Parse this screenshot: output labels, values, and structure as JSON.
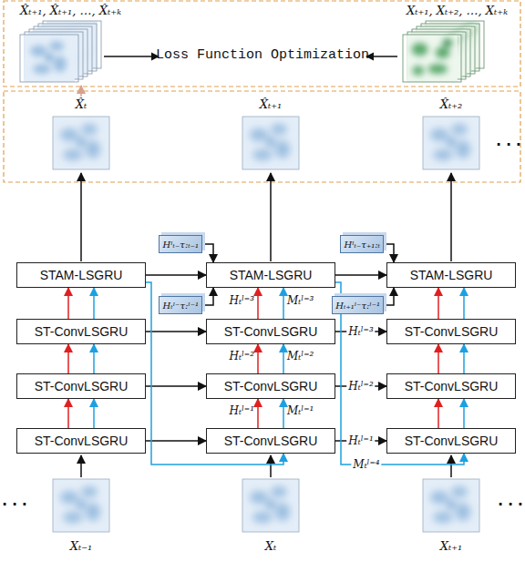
{
  "diagram": {
    "nodes": [
      {
        "text": [
          "STAM-LSGRU"
        ]
      },
      {
        "text": [
          "Hˡₜ₋τ:ₜ₋₁"
        ]
      },
      {
        "text": [
          "STAM-LSGRU"
        ]
      },
      {
        "text": [
          "Hˡₜ₋τ₊₁:ₜ"
        ]
      },
      {
        "text": [
          "STAM-LSGRU"
        ]
      },
      {
        "text": [
          "Hₜˡ⁻τ:ˡ⁻¹"
        ]
      },
      {
        "text": [
          "Hₜ₊₁ˡ⁻τ:ˡ⁻¹"
        ]
      },
      {
        "text": [
          "ST-ConvLSGRU"
        ]
      },
      {
        "text": [
          "ST-ConvLSGRU"
        ]
      },
      {
        "text": [
          "ST-ConvLSGRU"
        ]
      },
      {
        "text": [
          "ST-ConvLSGRU"
        ]
      },
      {
        "text": [
          "ST-ConvLSGRU"
        ]
      },
      {
        "text": [
          "ST-ConvLSGRU"
        ]
      },
      {
        "text": [
          "ST-ConvLSGRU"
        ]
      },
      {
        "text": [
          "ST-ConvLSGRU"
        ]
      },
      {
        "text": [
          "ST-ConvLSGRU"
        ]
      }
    ],
    "edges": [
      {
        "from": 0,
        "to": 2,
        "arrow": "to"
      },
      {
        "from": 2,
        "to": 4,
        "arrow": "to"
      },
      {
        "from": 1,
        "to": 2,
        "arrow": "to"
      },
      {
        "from": 5,
        "to": 2,
        "arrow": "to"
      },
      {
        "from": 3,
        "to": 4,
        "arrow": "to"
      },
      {
        "from": 6,
        "to": 4,
        "arrow": "to"
      },
      {
        "from": 13,
        "to": 10,
        "arrow": "to"
      },
      {
        "from": 13,
        "to": 10,
        "arrow": "to"
      },
      {
        "from": 10,
        "to": 7,
        "arrow": "to"
      },
      {
        "from": 10,
        "to": 7,
        "arrow": "to"
      },
      {
        "from": 7,
        "to": 0,
        "arrow": "to"
      },
      {
        "from": 7,
        "to": 0,
        "arrow": "to"
      },
      {
        "from": 14,
        "to": 11,
        "arrow": "to"
      },
      {
        "from": 14,
        "to": 11,
        "arrow": "to"
      },
      {
        "from": 11,
        "to": 8,
        "arrow": "to"
      },
      {
        "from": 11,
        "to": 8,
        "arrow": "to"
      },
      {
        "from": 8,
        "to": 2,
        "arrow": "to"
      },
      {
        "from": 8,
        "to": 2,
        "arrow": "to"
      },
      {
        "from": 15,
        "to": 12,
        "arrow": "to"
      },
      {
        "from": 15,
        "to": 12,
        "arrow": "to"
      },
      {
        "from": 12,
        "to": 9,
        "arrow": "to"
      },
      {
        "from": 12,
        "to": 9,
        "arrow": "to"
      },
      {
        "from": 9,
        "to": 4,
        "arrow": "to"
      },
      {
        "from": 9,
        "to": 4,
        "arrow": "to"
      },
      {
        "from": 7,
        "to": 8,
        "arrow": "to"
      },
      {
        "from": 8,
        "to": 9,
        "arrow": "to",
        "label": "Hₜˡ⁼³"
      },
      {
        "from": 10,
        "to": 11,
        "arrow": "to"
      },
      {
        "from": 11,
        "to": 12,
        "arrow": "to",
        "label": "Hₜˡ⁼²"
      },
      {
        "from": 13,
        "to": 14,
        "arrow": "to"
      },
      {
        "from": 14,
        "to": 15,
        "arrow": "to",
        "label": "Hₜˡ⁼¹"
      },
      {
        "from": 0,
        "to": 14,
        "arrow": "to"
      },
      {
        "from": 2,
        "to": 15,
        "arrow": "to",
        "label": "Mₜˡ⁼⁴"
      }
    ],
    "labels": [
      "X̂ₜ₊₁, X̂ₜ₊₁, …, X̂ₜ₊ₖ",
      "Loss Function Optimization",
      "Xₜ₊₁, Xₜ₊₂, …, Xₜ₊ₖ",
      "X̂ₜ",
      "X̂ₜ₊₁",
      "X̂ₜ₊₂",
      "· · ·",
      "Hₜˡ⁼³",
      "Mₜˡ⁼³",
      "Hₜˡ⁼²",
      "Mₜˡ⁼²",
      "Hₜˡ⁼¹",
      "Mₜˡ⁼¹",
      "· · ·",
      "· · ·",
      "Xₜ₋₁",
      "Xₜ",
      "Xₜ₊₁"
    ]
  }
}
